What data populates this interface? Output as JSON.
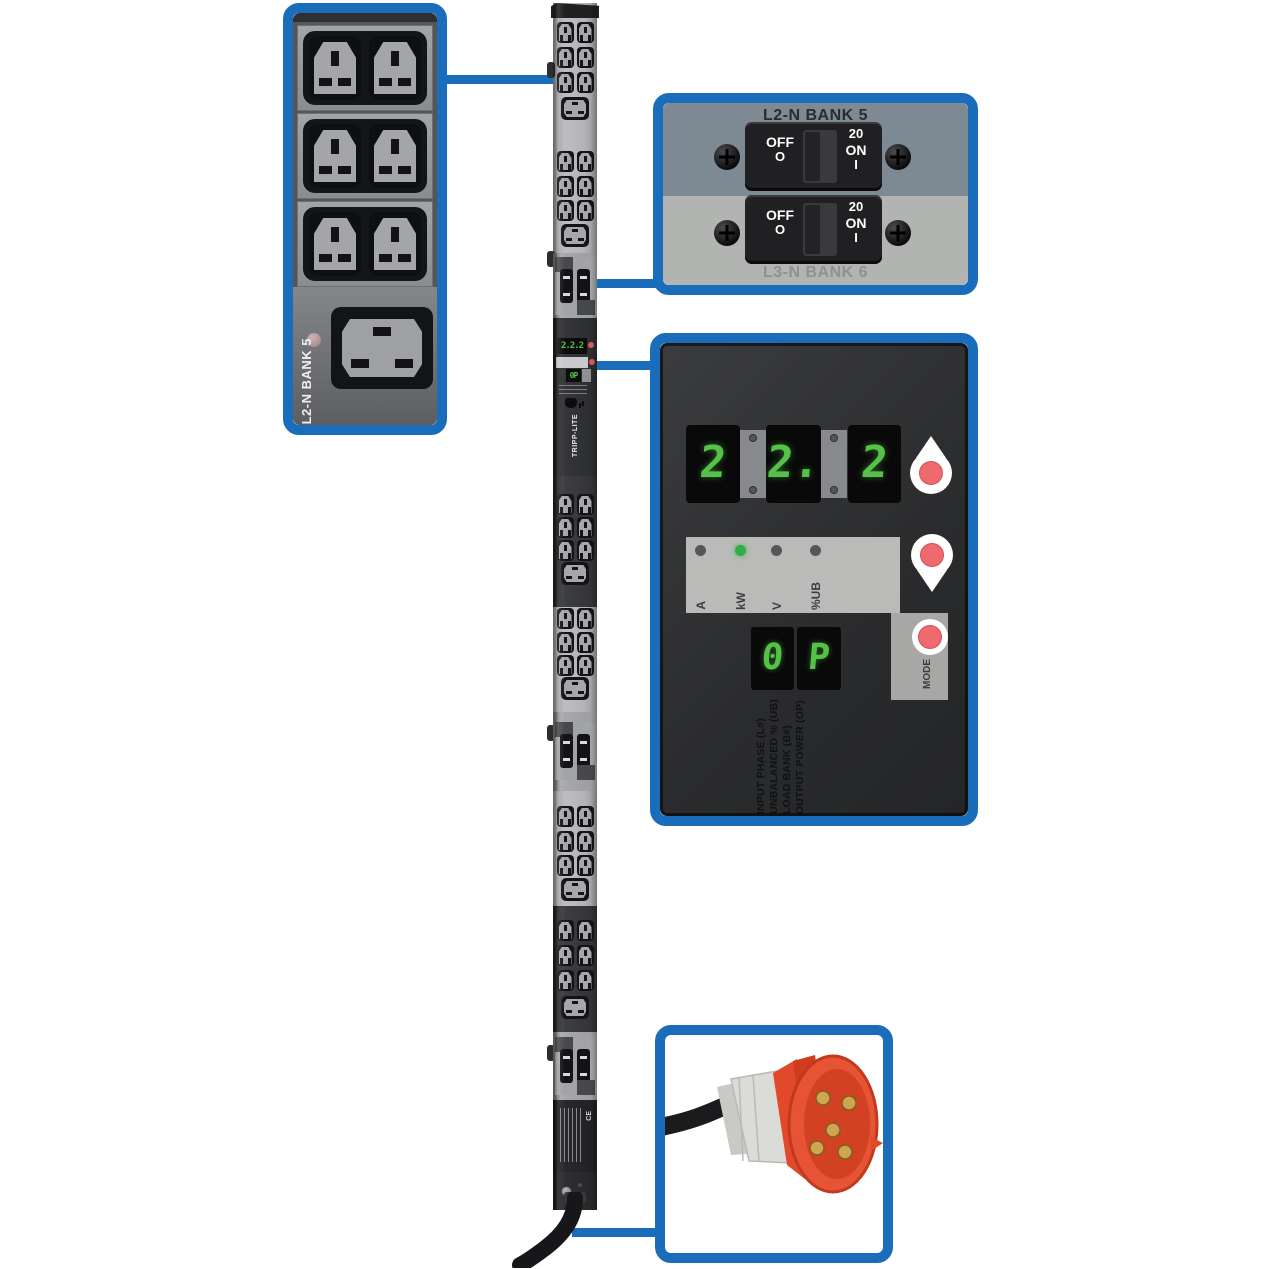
{
  "colors": {
    "accent_blue": "#1a6dbb",
    "display_green": "#55c149",
    "led_green": "#2fae47",
    "button_red": "#ee6a6e",
    "plug_red": "#e2482a"
  },
  "inset_outlets": {
    "bank_label": "L2-N BANK 5",
    "c13_count": 6,
    "c19_count": 1
  },
  "inset_breakers": {
    "top_label": "L2-N BANK 5",
    "bottom_label": "L3-N BANK 6",
    "breaker_top": {
      "off_label": "OFF",
      "off_symbol": "O",
      "rating": "20",
      "on_label": "ON",
      "on_symbol": "I"
    },
    "breaker_bottom": {
      "off_label": "OFF",
      "off_symbol": "O",
      "rating": "20",
      "on_label": "ON",
      "on_symbol": "I"
    }
  },
  "inset_display": {
    "digits": [
      "2",
      "2.",
      "2"
    ],
    "led_labels": [
      "A",
      "kW",
      "V",
      "%UB"
    ],
    "active_led_index": 1,
    "op_chars": [
      "0",
      "P"
    ],
    "mode_label": "MODE",
    "legend": [
      "INPUT PHASE (L#)",
      "UNBALANCED % (UB)",
      "LOAD BANK (B#)",
      "OUTPUT POWER (OP)"
    ]
  },
  "strip": {
    "mini_display": "2.2.2",
    "mini_op": "0P",
    "logo": "TRIPP-LITE",
    "ce_mark": "CE",
    "banks": [
      {
        "c13_pairs": 3,
        "c19": 1
      },
      {
        "c13_pairs": 3,
        "c19": 1
      },
      {
        "c13_pairs": 3,
        "c19": 1
      },
      {
        "c13_pairs": 3,
        "c19": 1
      },
      {
        "c13_pairs": 3,
        "c19": 1
      },
      {
        "c13_pairs": 3,
        "c19": 1
      }
    ],
    "breaker_modules": 3
  }
}
